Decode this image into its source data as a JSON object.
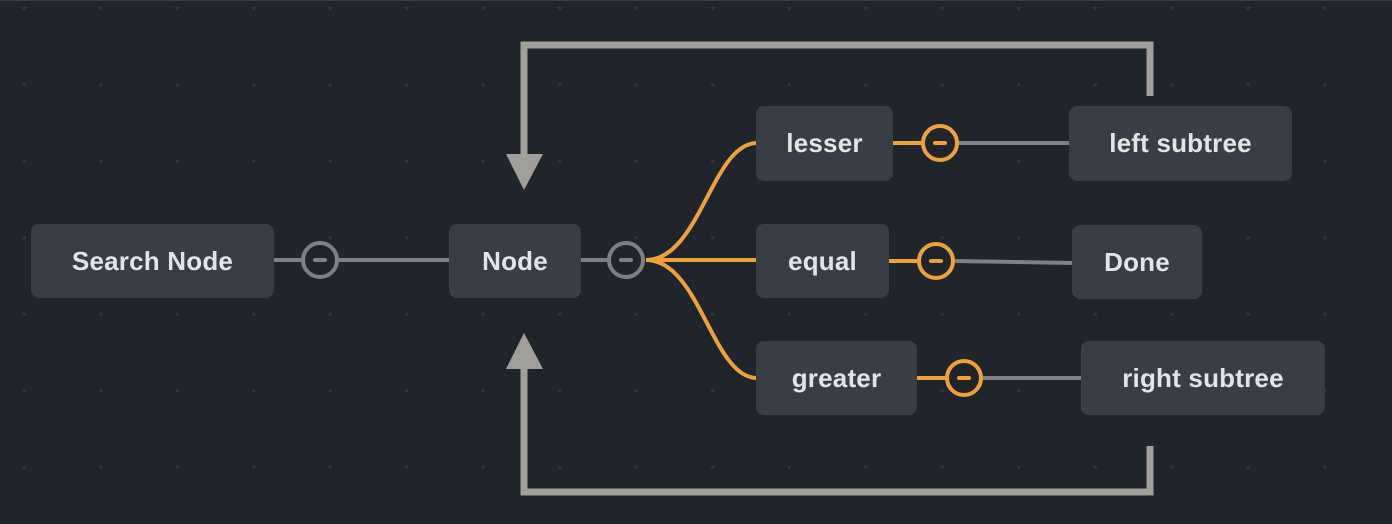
{
  "nodes": {
    "search": "Search Node",
    "node": "Node",
    "lesser": "lesser",
    "equal": "equal",
    "greater": "greater",
    "left_subtree": "left subtree",
    "done": "Done",
    "right_subtree": "right subtree"
  },
  "colors": {
    "background": "#20242b",
    "node_fill": "#393e46",
    "node_text": "#e4e4e4",
    "wire_gray": "#808080",
    "wire_active": "#f0a23a",
    "loop_arrow": "#a19f99"
  },
  "icons": {
    "handle": "minus-circle-icon",
    "arrow": "arrow-head-icon"
  }
}
